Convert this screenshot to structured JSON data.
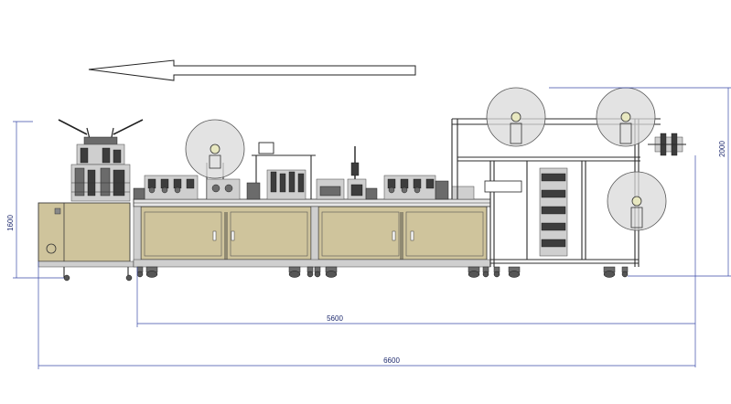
{
  "dimensions": {
    "height_left": "1600",
    "height_right": "2000",
    "length_inner": "5600",
    "length_total": "6600"
  },
  "colors": {
    "cabinet": "#cfc49c",
    "frame": "#2b2b2b",
    "dimension_line": "#3a4aa8",
    "green_panel": "#1fa33a"
  },
  "flow_arrow": {
    "direction": "left"
  }
}
